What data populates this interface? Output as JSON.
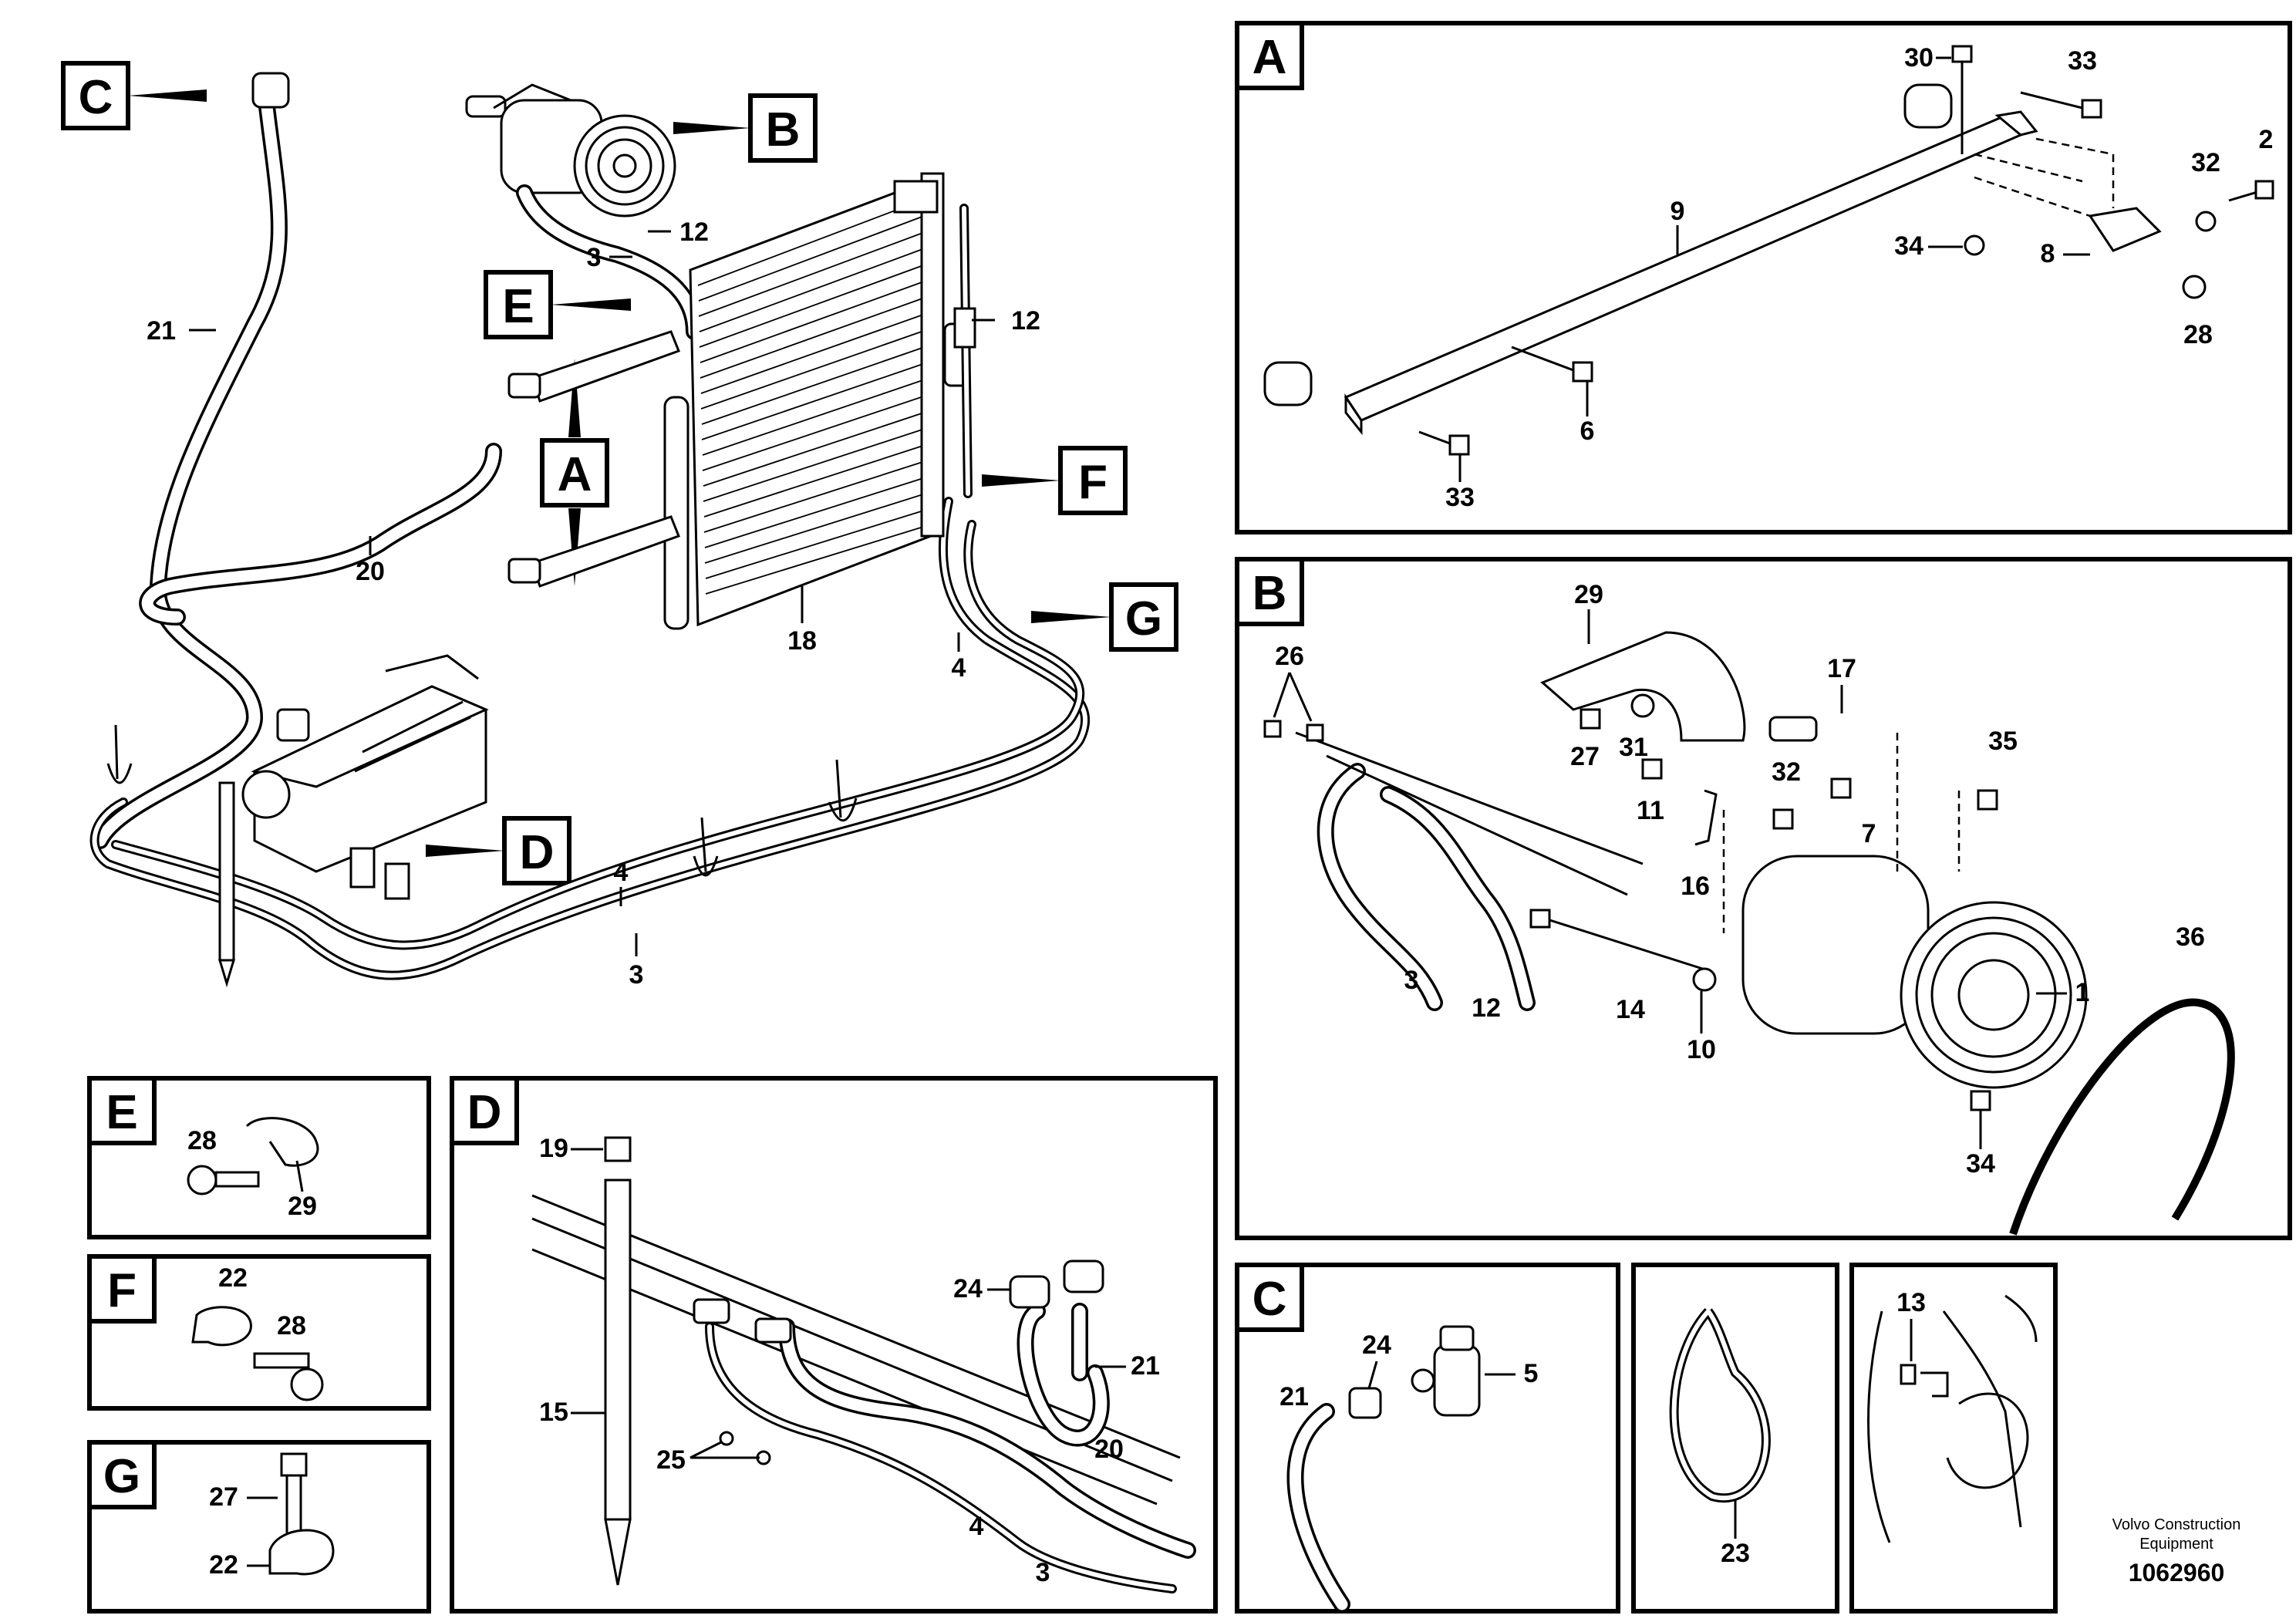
{
  "callouts": {
    "c": "C",
    "b": "B",
    "e": "E",
    "a": "A",
    "f": "F",
    "g": "G",
    "d": "D"
  },
  "panels": {
    "a": "A",
    "b": "B",
    "c": "C",
    "d": "D",
    "e": "E",
    "f": "F",
    "g": "G"
  },
  "main_labels": {
    "n21": "21",
    "n12_top": "12",
    "n3_top": "3",
    "n12_right": "12",
    "n20": "20",
    "n18": "18",
    "n4_right": "4",
    "n4_bottom": "4",
    "n3_bottom": "3"
  },
  "panel_a_labels": {
    "n30": "30",
    "n33_top": "33",
    "n32": "32",
    "n2": "2",
    "n9": "9",
    "n34": "34",
    "n8": "8",
    "n28": "28",
    "n6": "6",
    "n33_bottom": "33"
  },
  "panel_b_labels": {
    "n29": "29",
    "n26": "26",
    "n17": "17",
    "n27": "27",
    "n31": "31",
    "n35": "35",
    "n32": "32",
    "n11": "11",
    "n7": "7",
    "n16": "16",
    "n36": "36",
    "n1": "1",
    "n3": "3",
    "n12": "12",
    "n14": "14",
    "n10": "10",
    "n34": "34"
  },
  "panel_e_labels": {
    "n28": "28",
    "n29": "29"
  },
  "panel_f_labels": {
    "n22": "22",
    "n28": "28"
  },
  "panel_g_labels": {
    "n27": "27",
    "n22": "22"
  },
  "panel_d_labels": {
    "n19": "19",
    "n24": "24",
    "n21": "21",
    "n15": "15",
    "n20": "20",
    "n25": "25",
    "n4": "4",
    "n3": "3"
  },
  "panel_c_labels": {
    "n24": "24",
    "n5": "5",
    "n21": "21"
  },
  "panel_strap_labels": {
    "n23": "23"
  },
  "panel_clip_labels": {
    "n13": "13"
  },
  "footer": {
    "credit_line1": "Volvo Construction",
    "credit_line2": "Equipment",
    "doc_number": "1062960"
  }
}
